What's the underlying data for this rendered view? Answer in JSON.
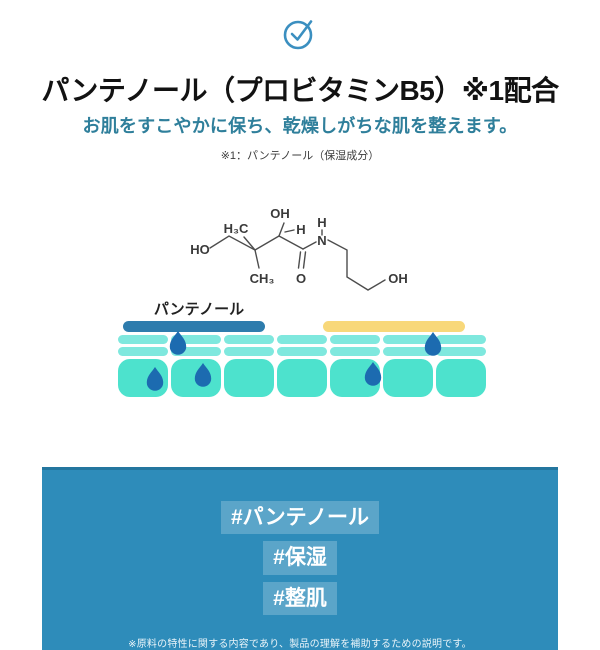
{
  "header": {
    "icon": "clock-check-icon",
    "title": "パンテノール（プロビタミンB5）※1配合",
    "subtitle": "お肌をすこやかに保ち、乾燥しがちな肌を整えます。",
    "footnote": "※1：パンテノール（保湿成分）"
  },
  "molecule": {
    "name": "panthenol chemical structure",
    "labels": {
      "oh_top": "OH",
      "h3c": "H₃C",
      "h_stereo": "H",
      "h_amide": "H",
      "n": "N",
      "ho_left": "HO",
      "ch3": "CH₃",
      "o_carbonyl": "O",
      "oh_right": "OH"
    }
  },
  "illustration": {
    "label": "パンテノール",
    "elements": [
      "panthenol film bar",
      "yellow film bar",
      "skin surface layers",
      "skin cells",
      "moisture droplets"
    ]
  },
  "hashtags": {
    "items": [
      "#パンテノール",
      "#保湿",
      "#整肌"
    ]
  },
  "footer": {
    "disclaimer": "※原料の特性に関する内容であり、製品の理解を補助するための説明です。"
  },
  "colors": {
    "accent_blue": "#3b8fc0",
    "subtitle_teal": "#2f7f9b",
    "box_blue": "#2e8cba",
    "box_border": "#23769f",
    "chip_bg": "rgba(255,255,255,0.22)",
    "film_blue": "#2e7cad",
    "film_yellow": "#f8d87a",
    "cell_teal": "#4de2cd",
    "layer_teal": "#7fe8de",
    "droplet_blue": "#1c6bb0"
  }
}
